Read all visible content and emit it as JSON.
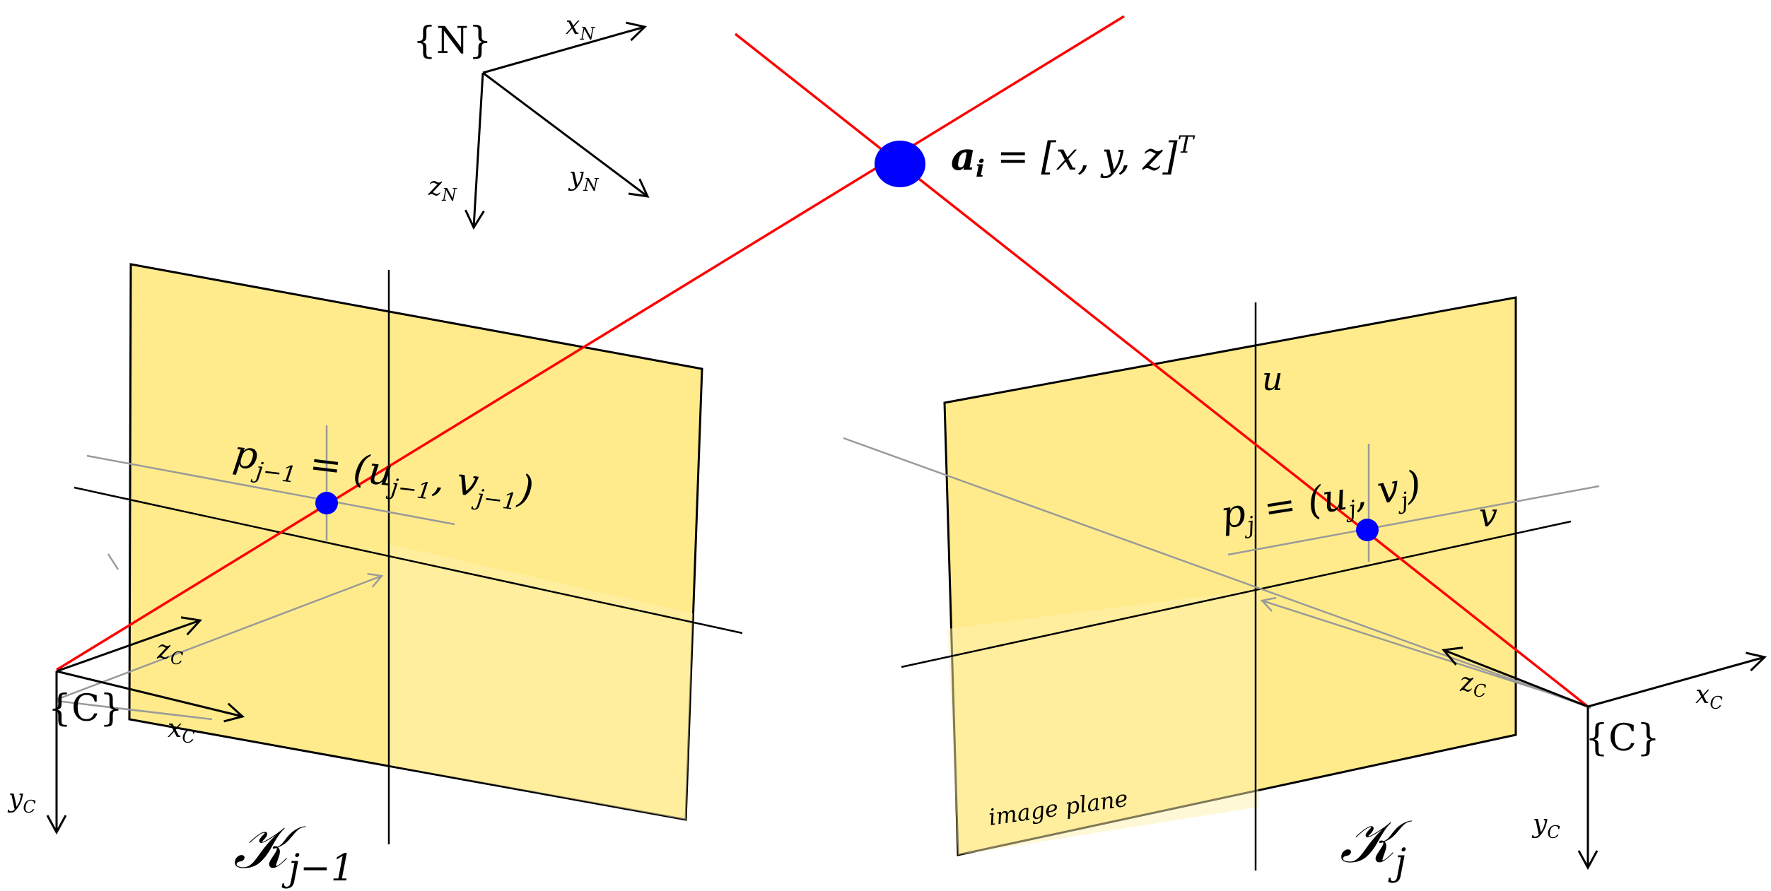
{
  "world_frame": {
    "name": "{N}",
    "x_axis": "x",
    "x_sub": "N",
    "y_axis": "y",
    "y_sub": "N",
    "z_axis": "z",
    "z_sub": "N"
  },
  "landmark": {
    "label_symbol": "a",
    "label_symbol_sub": "i",
    "label_eq": " = [x, y, z]",
    "label_sup": "T",
    "color": "#0000ff"
  },
  "camera_left": {
    "frame_name": "{C}",
    "x_axis": "x",
    "x_sub": "C",
    "y_axis": "y",
    "y_sub": "C",
    "z_axis": "z",
    "z_sub": "C",
    "keyframe_symbol": "𝒦",
    "keyframe_sub": "j−1",
    "projection_symbol": "p",
    "projection_sub": "j−1",
    "projection_eq": " = (u",
    "projection_u_sub": "j−1",
    "projection_mid": ", v",
    "projection_v_sub": "j−1",
    "projection_end": ")"
  },
  "camera_right": {
    "frame_name": "{C}",
    "x_axis": "x",
    "x_sub": "C",
    "y_axis": "y",
    "y_sub": "C",
    "z_axis": "z",
    "z_sub": "C",
    "keyframe_symbol": "𝒦",
    "keyframe_sub": "j",
    "projection_symbol": "p",
    "projection_sub": "j",
    "projection_eq": " = (u",
    "projection_u_sub": "j",
    "projection_mid": ", v",
    "projection_v_sub": "j",
    "projection_end": ")",
    "u_label": "u",
    "v_label": "v",
    "image_plane_label": "image plane"
  },
  "colors": {
    "ray": "#ff0000",
    "point": "#0000ff",
    "plane": "#ffe56a"
  }
}
